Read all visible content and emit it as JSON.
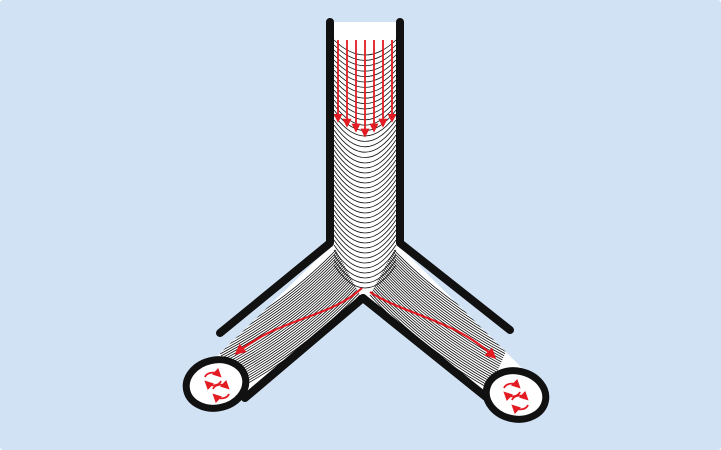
{
  "figure": {
    "background_color": "#d1e2f4",
    "wall_color": "#111111",
    "flow_line_color": "#111111",
    "arrow_color": "#e31b23",
    "lumen_color": "#ffffff"
  },
  "icons": {
    "parent_flow": "downward-arrows",
    "branch_flow": "curved-arrow",
    "vortex": "circular-arrows"
  }
}
